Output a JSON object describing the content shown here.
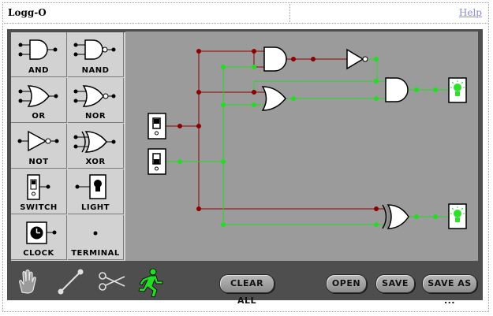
{
  "page": {
    "title": "Logg-O",
    "help_link": "Help"
  },
  "palette": {
    "items": [
      {
        "label": "AND",
        "icon": "and-gate-icon"
      },
      {
        "label": "NAND",
        "icon": "nand-gate-icon"
      },
      {
        "label": "OR",
        "icon": "or-gate-icon"
      },
      {
        "label": "NOR",
        "icon": "nor-gate-icon"
      },
      {
        "label": "NOT",
        "icon": "not-gate-icon"
      },
      {
        "label": "XOR",
        "icon": "xor-gate-icon"
      },
      {
        "label": "SWITCH",
        "icon": "switch-icon"
      },
      {
        "label": "LIGHT",
        "icon": "light-icon"
      },
      {
        "label": "CLOCK",
        "icon": "clock-icon"
      },
      {
        "label": "TERMINAL",
        "icon": "terminal-icon"
      }
    ]
  },
  "toolbar": {
    "tools": [
      "hand-tool-icon",
      "wire-tool-icon",
      "scissors-tool-icon",
      "run-tool-icon"
    ],
    "clear_all": "CLEAR ALL",
    "open": "OPEN",
    "save": "SAVE",
    "save_as": "SAVE AS ..."
  },
  "colors": {
    "wire_off": "#8b0000",
    "wire_on": "#22dd22",
    "canvas": "#9b9b9b",
    "palette": "#d2d2d2",
    "applet_bg": "#4e4e4e",
    "light_on": "#2ce02c"
  }
}
